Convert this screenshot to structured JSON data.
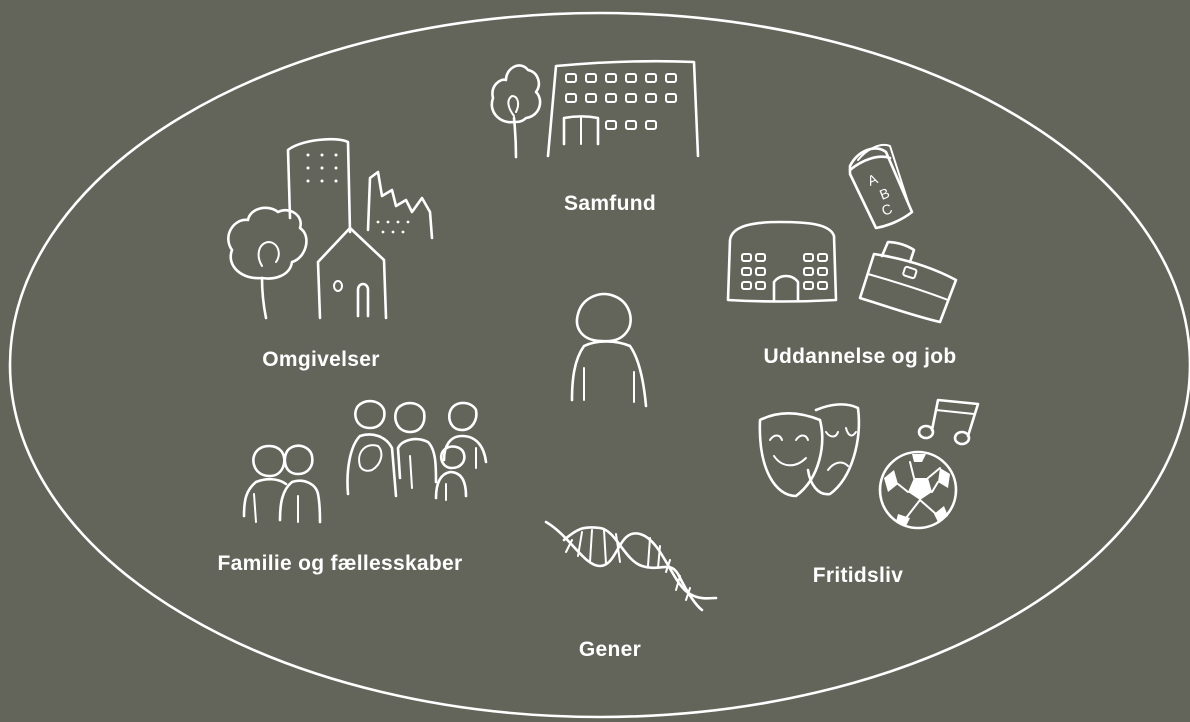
{
  "colors": {
    "background": "#63645a",
    "foreground": "#ffffff"
  },
  "labels": {
    "samfund": "Samfund",
    "omgivelser": "Omgivelser",
    "uddannelse": "Uddannelse og job",
    "familie": "Familie og fællesskaber",
    "fritidsliv": "Fritidsliv",
    "gener": "Gener"
  },
  "icons": {
    "samfund": [
      "tree-icon",
      "building-icon"
    ],
    "omgivelser": [
      "tree-icon",
      "tower-icon",
      "factory-icon",
      "house-icon"
    ],
    "uddannelse": [
      "school-building-icon",
      "abc-book-icon",
      "briefcase-icon"
    ],
    "familie": [
      "couple-icon",
      "family-group-icon"
    ],
    "fritidsliv": [
      "theater-masks-icon",
      "music-note-icon",
      "football-icon"
    ],
    "gener": [
      "dna-icon"
    ],
    "center": [
      "person-icon"
    ]
  }
}
